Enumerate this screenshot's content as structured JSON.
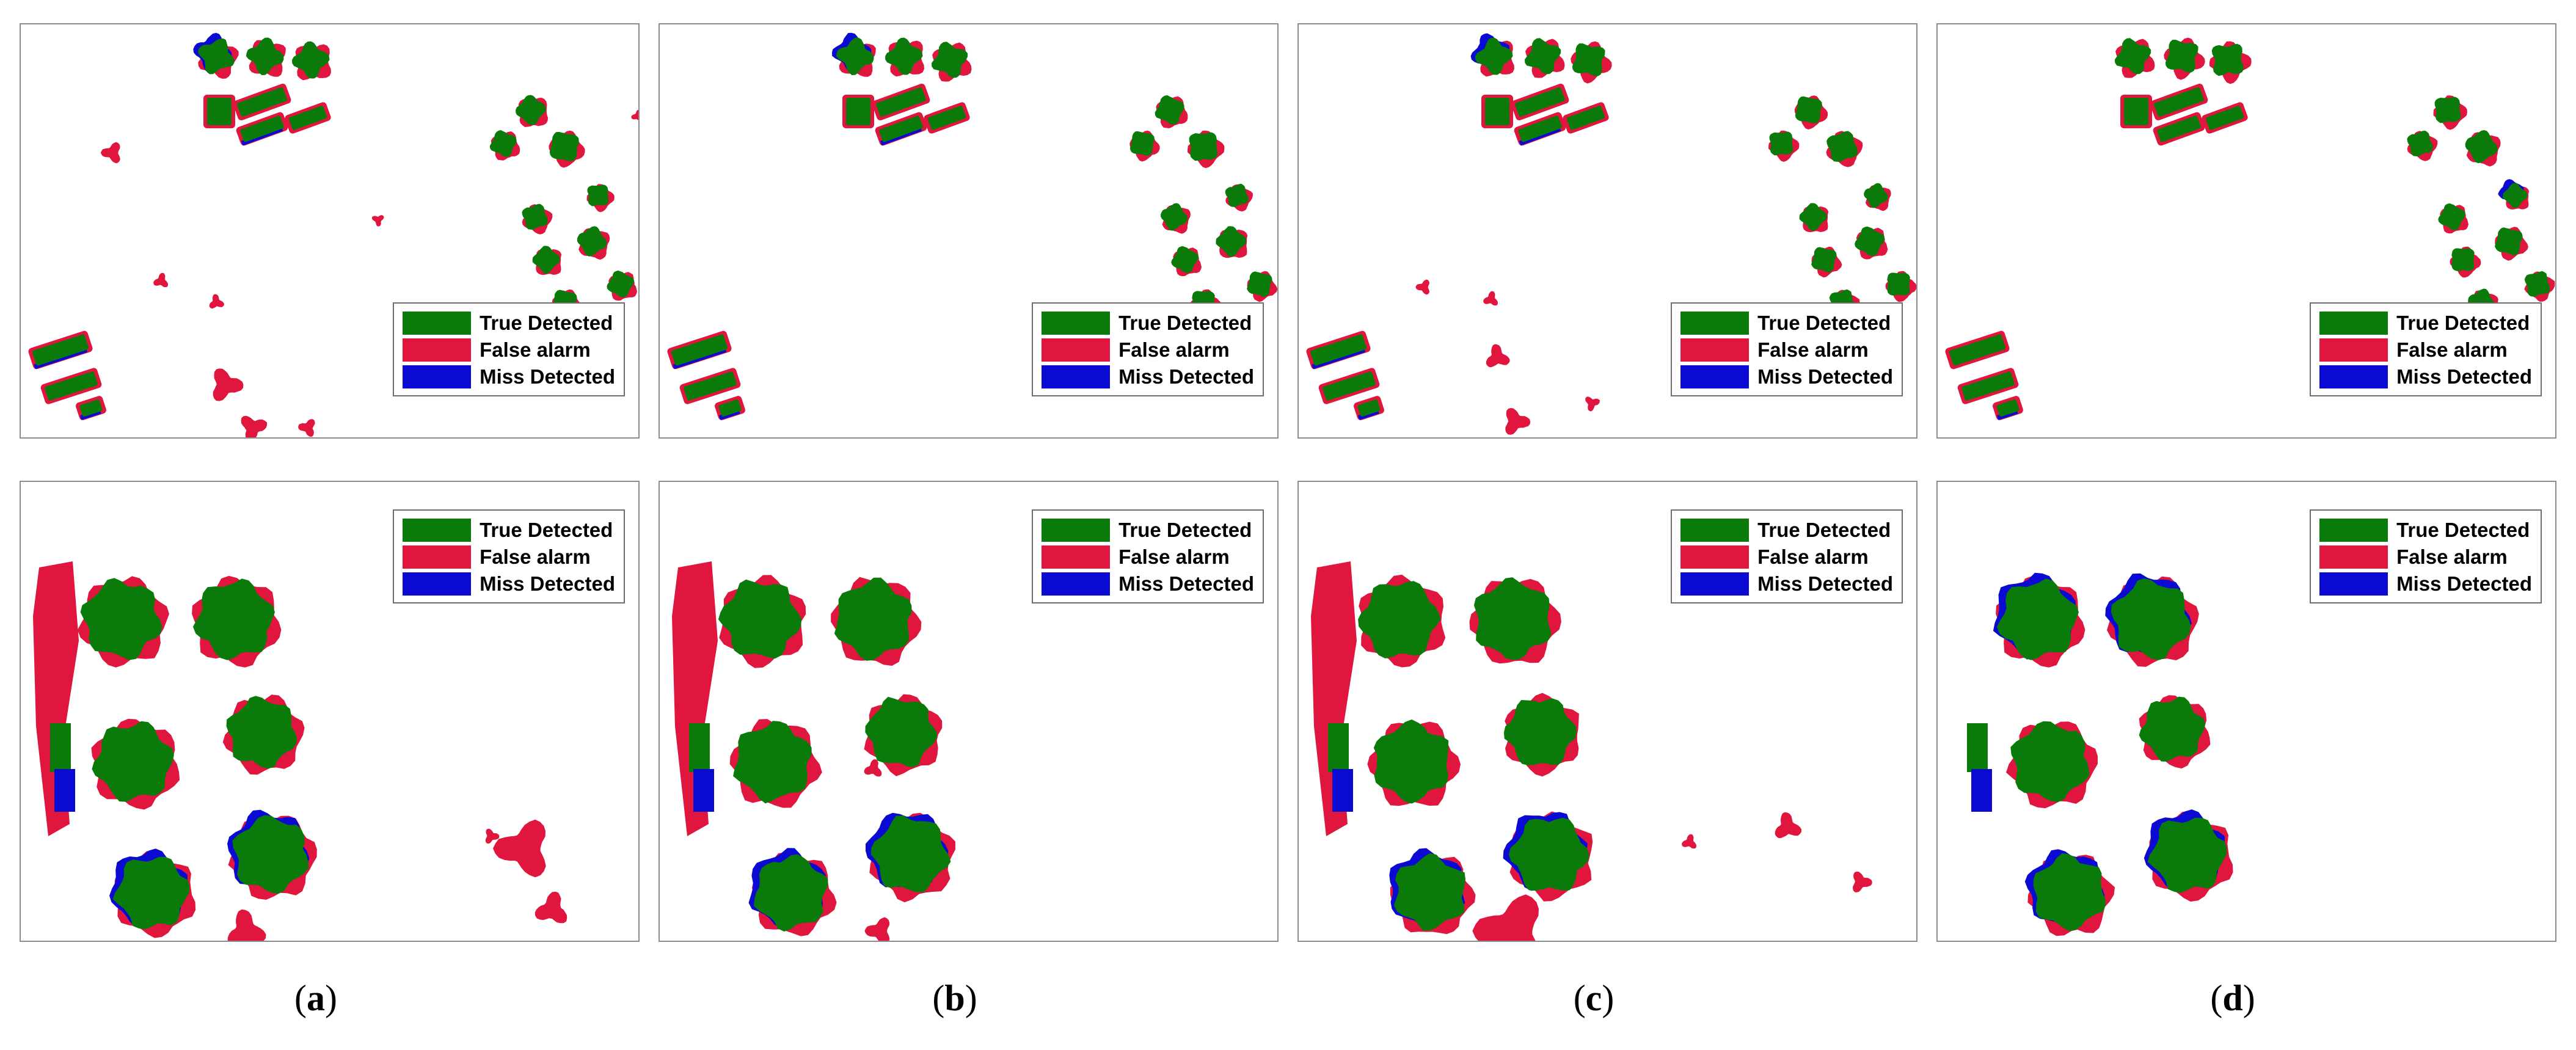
{
  "legend": {
    "items": [
      {
        "label": "True Detected",
        "color": "#0a7a0a"
      },
      {
        "label": "False alarm",
        "color": "#e0163f"
      },
      {
        "label": "Miss Detected",
        "color": "#0a0ad2"
      }
    ]
  },
  "captions": [
    {
      "open": "(",
      "letter": "a",
      "close": ")"
    },
    {
      "open": "(",
      "letter": "b",
      "close": ")"
    },
    {
      "open": "(",
      "letter": "c",
      "close": ")"
    },
    {
      "open": "(",
      "letter": "d",
      "close": ")"
    }
  ],
  "colors": {
    "true_detected": "#0a7a0a",
    "false_alarm": "#e0163f",
    "miss_detected": "#0a0ad2",
    "border": "#8c8c8c"
  }
}
